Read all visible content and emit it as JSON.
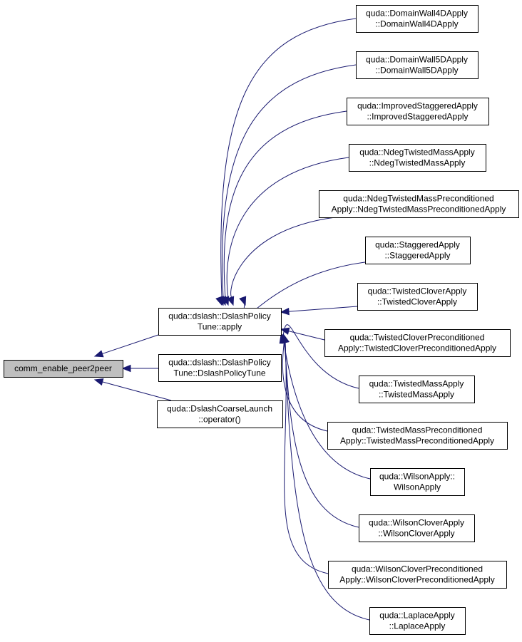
{
  "graph": {
    "colors": {
      "edge": "#191970",
      "root_fill": "#bfbfbf",
      "node_fill": "#ffffff",
      "border": "#000000"
    },
    "nodes": [
      {
        "id": "root",
        "lines": [
          "comm_enable_peer2peer"
        ]
      },
      {
        "id": "dpt_apply",
        "lines": [
          "quda::dslash::DslashPolicy",
          "Tune::apply"
        ]
      },
      {
        "id": "dpt_ctor",
        "lines": [
          "quda::dslash::DslashPolicy",
          "Tune::DslashPolicyTune"
        ]
      },
      {
        "id": "coarse_launch",
        "lines": [
          "quda::DslashCoarseLaunch",
          "::operator()"
        ]
      },
      {
        "id": "dw4d",
        "lines": [
          "quda::DomainWall4DApply",
          "::DomainWall4DApply"
        ]
      },
      {
        "id": "dw5d",
        "lines": [
          "quda::DomainWall5DApply",
          "::DomainWall5DApply"
        ]
      },
      {
        "id": "impstag",
        "lines": [
          "quda::ImprovedStaggeredApply",
          "::ImprovedStaggeredApply"
        ]
      },
      {
        "id": "ndegtm",
        "lines": [
          "quda::NdegTwistedMassApply",
          "::NdegTwistedMassApply"
        ]
      },
      {
        "id": "ndegtmp",
        "lines": [
          "quda::NdegTwistedMassPreconditioned",
          "Apply::NdegTwistedMassPreconditionedApply"
        ]
      },
      {
        "id": "stag",
        "lines": [
          "quda::StaggeredApply",
          "::StaggeredApply"
        ]
      },
      {
        "id": "tc",
        "lines": [
          "quda::TwistedCloverApply",
          "::TwistedCloverApply"
        ]
      },
      {
        "id": "tcp",
        "lines": [
          "quda::TwistedCloverPreconditioned",
          "Apply::TwistedCloverPreconditionedApply"
        ]
      },
      {
        "id": "tm",
        "lines": [
          "quda::TwistedMassApply",
          "::TwistedMassApply"
        ]
      },
      {
        "id": "tmp",
        "lines": [
          "quda::TwistedMassPreconditioned",
          "Apply::TwistedMassPreconditionedApply"
        ]
      },
      {
        "id": "wilson",
        "lines": [
          "quda::WilsonApply::",
          "WilsonApply"
        ]
      },
      {
        "id": "wc",
        "lines": [
          "quda::WilsonCloverApply",
          "::WilsonCloverApply"
        ]
      },
      {
        "id": "wcp",
        "lines": [
          "quda::WilsonCloverPreconditioned",
          "Apply::WilsonCloverPreconditionedApply"
        ]
      },
      {
        "id": "lap",
        "lines": [
          "quda::LaplaceApply",
          "::LaplaceApply"
        ]
      }
    ],
    "edges": [
      {
        "from": "dpt_apply",
        "to": "root"
      },
      {
        "from": "dpt_ctor",
        "to": "root"
      },
      {
        "from": "coarse_launch",
        "to": "root"
      },
      {
        "from": "dw4d",
        "to": "dpt_apply"
      },
      {
        "from": "dw5d",
        "to": "dpt_apply"
      },
      {
        "from": "impstag",
        "to": "dpt_apply"
      },
      {
        "from": "ndegtm",
        "to": "dpt_apply"
      },
      {
        "from": "ndegtmp",
        "to": "dpt_apply"
      },
      {
        "from": "stag",
        "to": "dpt_apply"
      },
      {
        "from": "tc",
        "to": "dpt_apply"
      },
      {
        "from": "tcp",
        "to": "dpt_apply"
      },
      {
        "from": "tm",
        "to": "dpt_apply"
      },
      {
        "from": "tmp",
        "to": "dpt_apply"
      },
      {
        "from": "wilson",
        "to": "dpt_apply"
      },
      {
        "from": "wc",
        "to": "dpt_apply"
      },
      {
        "from": "wcp",
        "to": "dpt_apply"
      },
      {
        "from": "lap",
        "to": "dpt_apply"
      }
    ]
  }
}
